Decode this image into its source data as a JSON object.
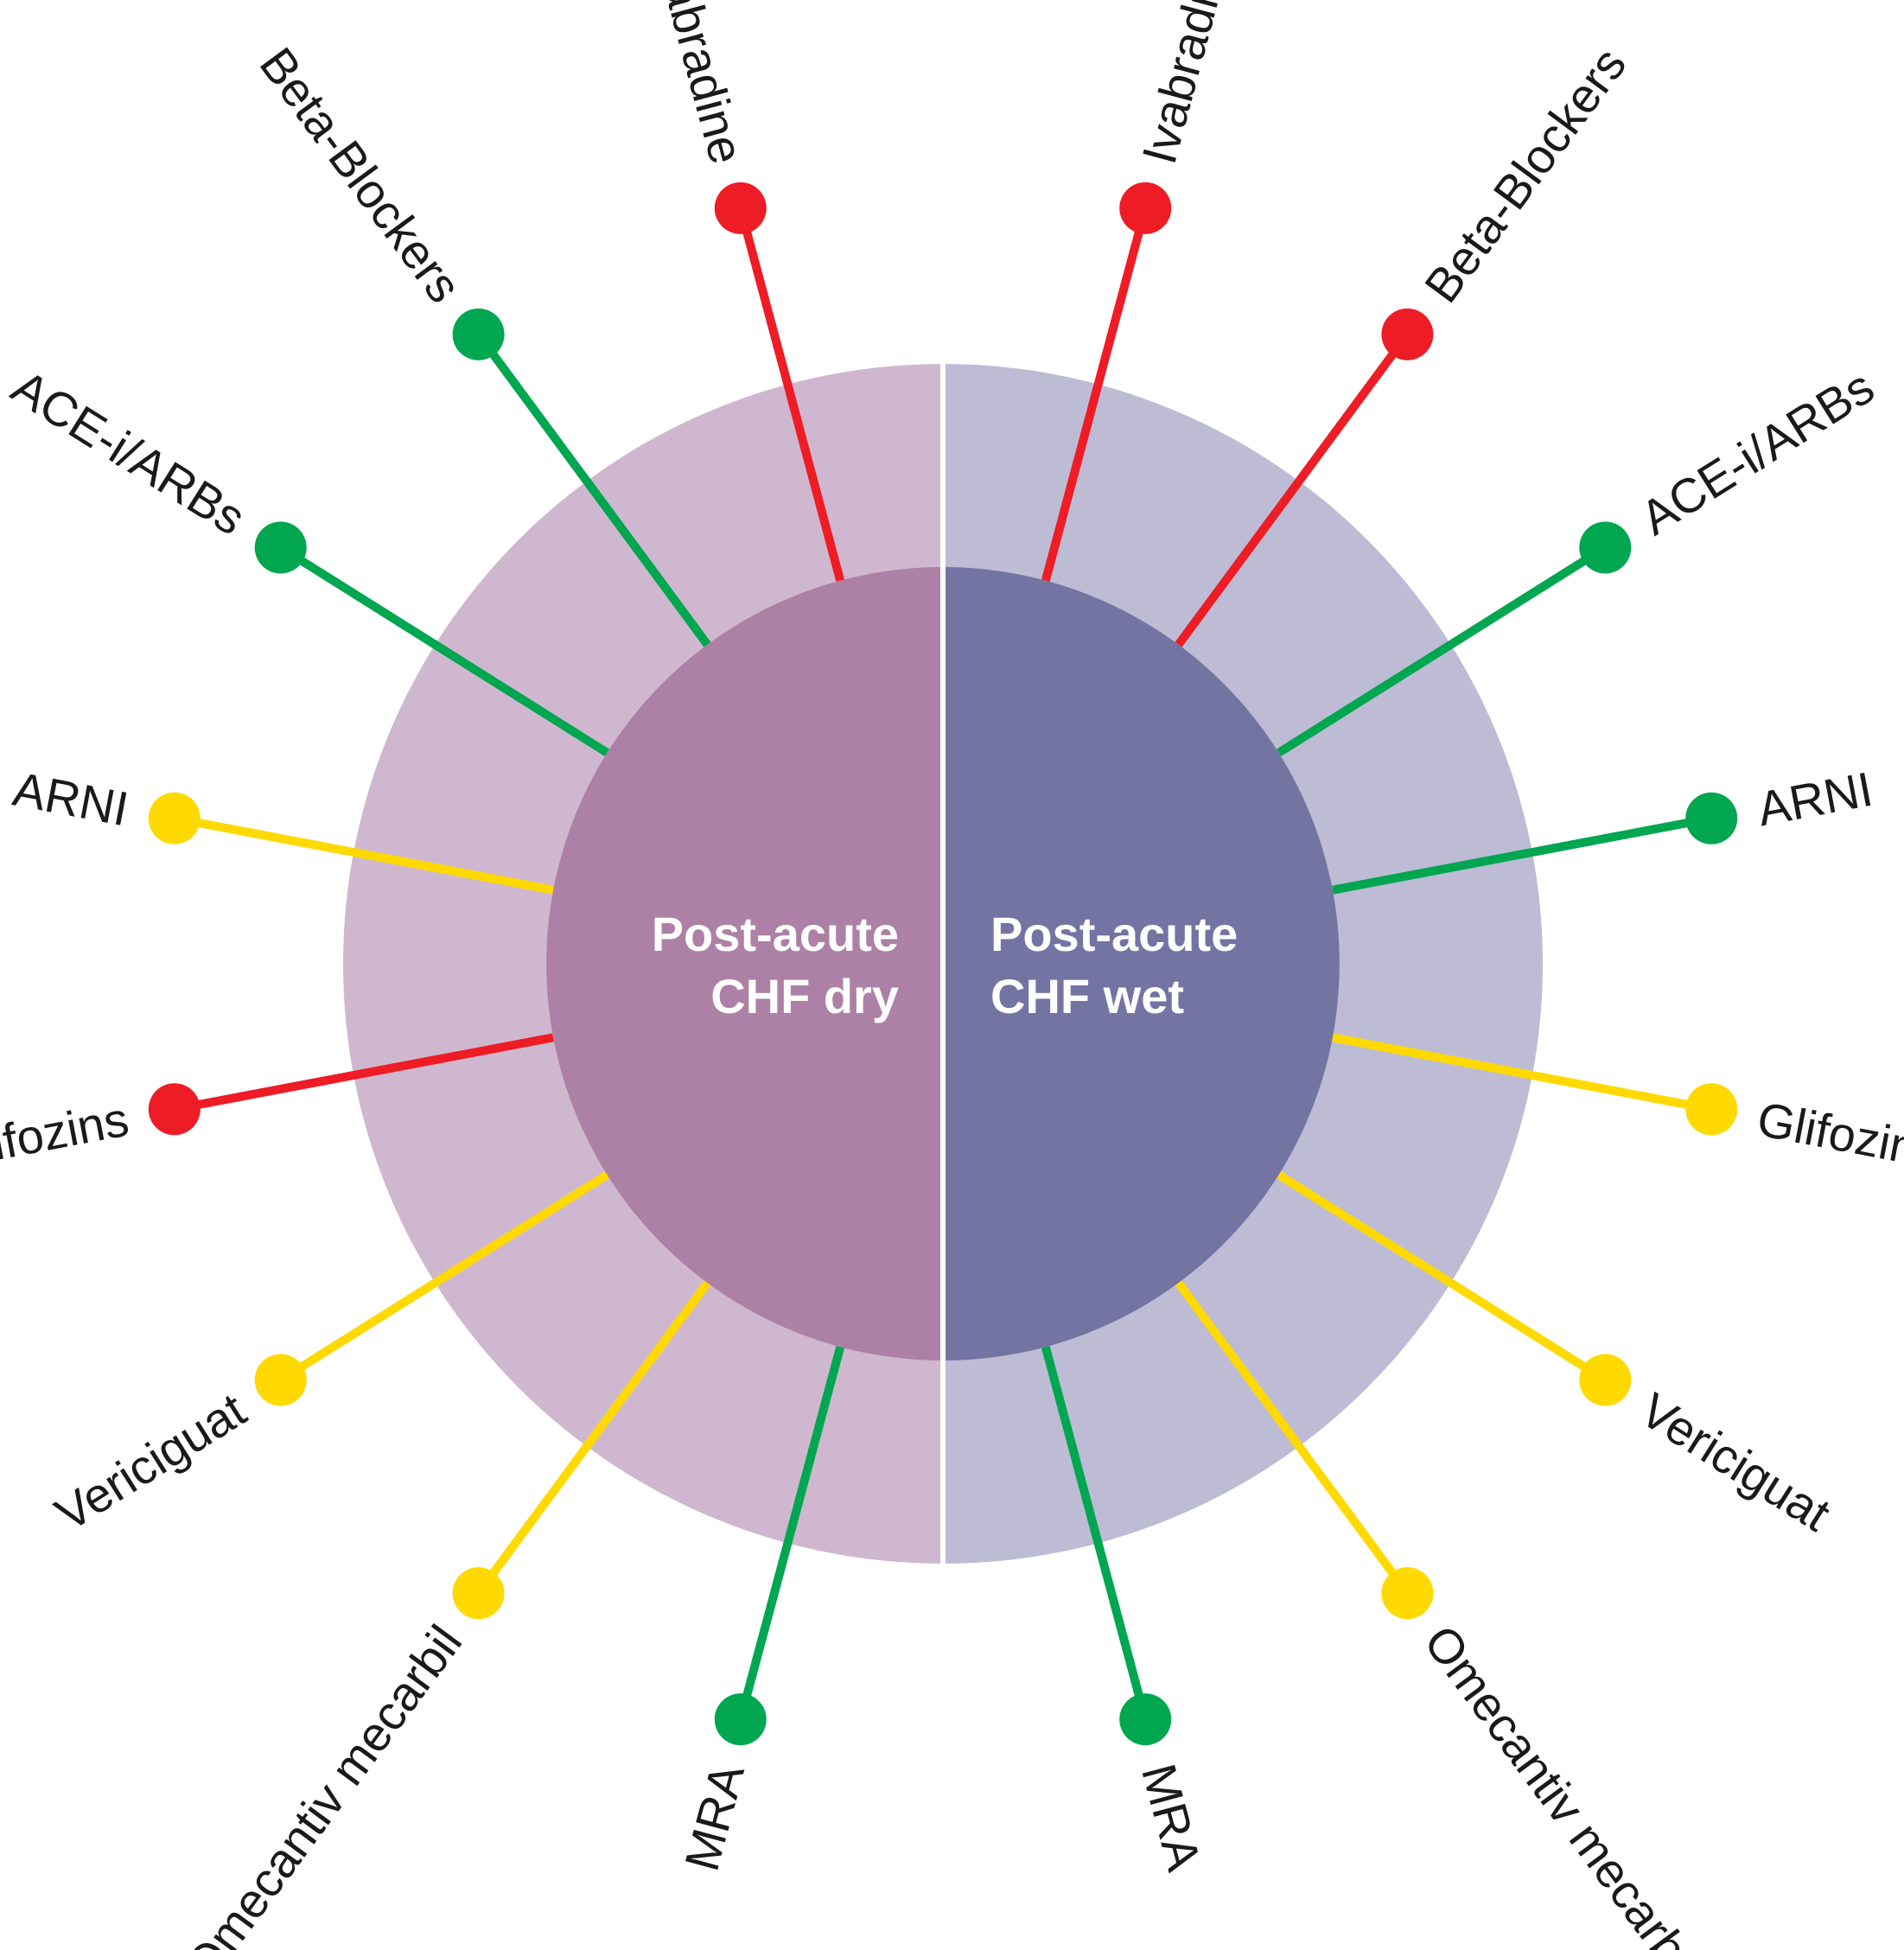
{
  "colors": {
    "outer_left": "#cfb8cf",
    "outer_right": "#bdbcd4",
    "inner_left": "#ad80a5",
    "inner_right": "#7374a2",
    "divider": "#ffffff",
    "status": {
      "green": "#00a650",
      "yellow": "#ffd900",
      "red": "#ee1c25"
    }
  },
  "center": {
    "left": {
      "line1": "Post-acute",
      "line2": "CHF dry"
    },
    "right": {
      "line1": "Post-acute",
      "line2": "CHF wet"
    }
  },
  "left_spokes": [
    {
      "label": "Ivabradine",
      "status": "red"
    },
    {
      "label": "Beta-Blockers",
      "status": "green"
    },
    {
      "label": "ACE-i/ARBs",
      "status": "green"
    },
    {
      "label": "ARNI",
      "status": "yellow"
    },
    {
      "label": "Glifozins",
      "status": "red"
    },
    {
      "label": "Vericiguat",
      "status": "yellow"
    },
    {
      "label": "Omecantiv mecarbil",
      "status": "yellow"
    },
    {
      "label": "MRA",
      "status": "green"
    }
  ],
  "right_spokes": [
    {
      "label": "Ivabradine",
      "status": "red"
    },
    {
      "label": "Beta-Blockers",
      "status": "red"
    },
    {
      "label": "ACE-i/ARBs",
      "status": "green"
    },
    {
      "label": "ARNI",
      "status": "green"
    },
    {
      "label": "Glifozins",
      "status": "yellow"
    },
    {
      "label": "Vericiguat",
      "status": "yellow"
    },
    {
      "label": "Omecantiv mecarbil",
      "status": "yellow"
    },
    {
      "label": "MRA",
      "status": "green"
    }
  ]
}
